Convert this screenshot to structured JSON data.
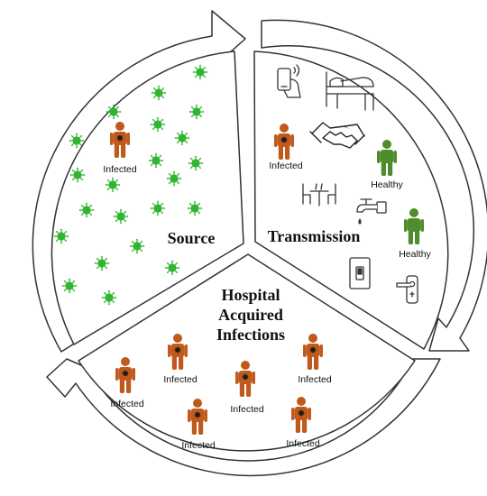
{
  "sections": {
    "source": {
      "label": "Source"
    },
    "transmission": {
      "label": "Transmission"
    },
    "hai": {
      "lines": [
        "Hospital",
        "Acquired",
        "Infections"
      ]
    }
  },
  "people": {
    "source_infected": "Infected",
    "transmission_infected": "Infected",
    "healthy_1": "Healthy",
    "healthy_2": "Healthy",
    "hai_infected_1": "Infected",
    "hai_infected_2": "Infected",
    "hai_infected_3": "Infected",
    "hai_infected_4": "Infected",
    "hai_infected_5": "Infected",
    "hai_infected_6": "Infected"
  },
  "icons": [
    "phone-hand-icon",
    "hospital-bed-icon",
    "handshake-icon",
    "table-chairs-icon",
    "water-tap-icon",
    "light-switch-icon",
    "door-handle-icon",
    "virus-icon"
  ],
  "colors": {
    "infected": "#c0591c",
    "healthy": "#4e8c2e",
    "virus": "#2fb52f",
    "outline": "#333333"
  }
}
